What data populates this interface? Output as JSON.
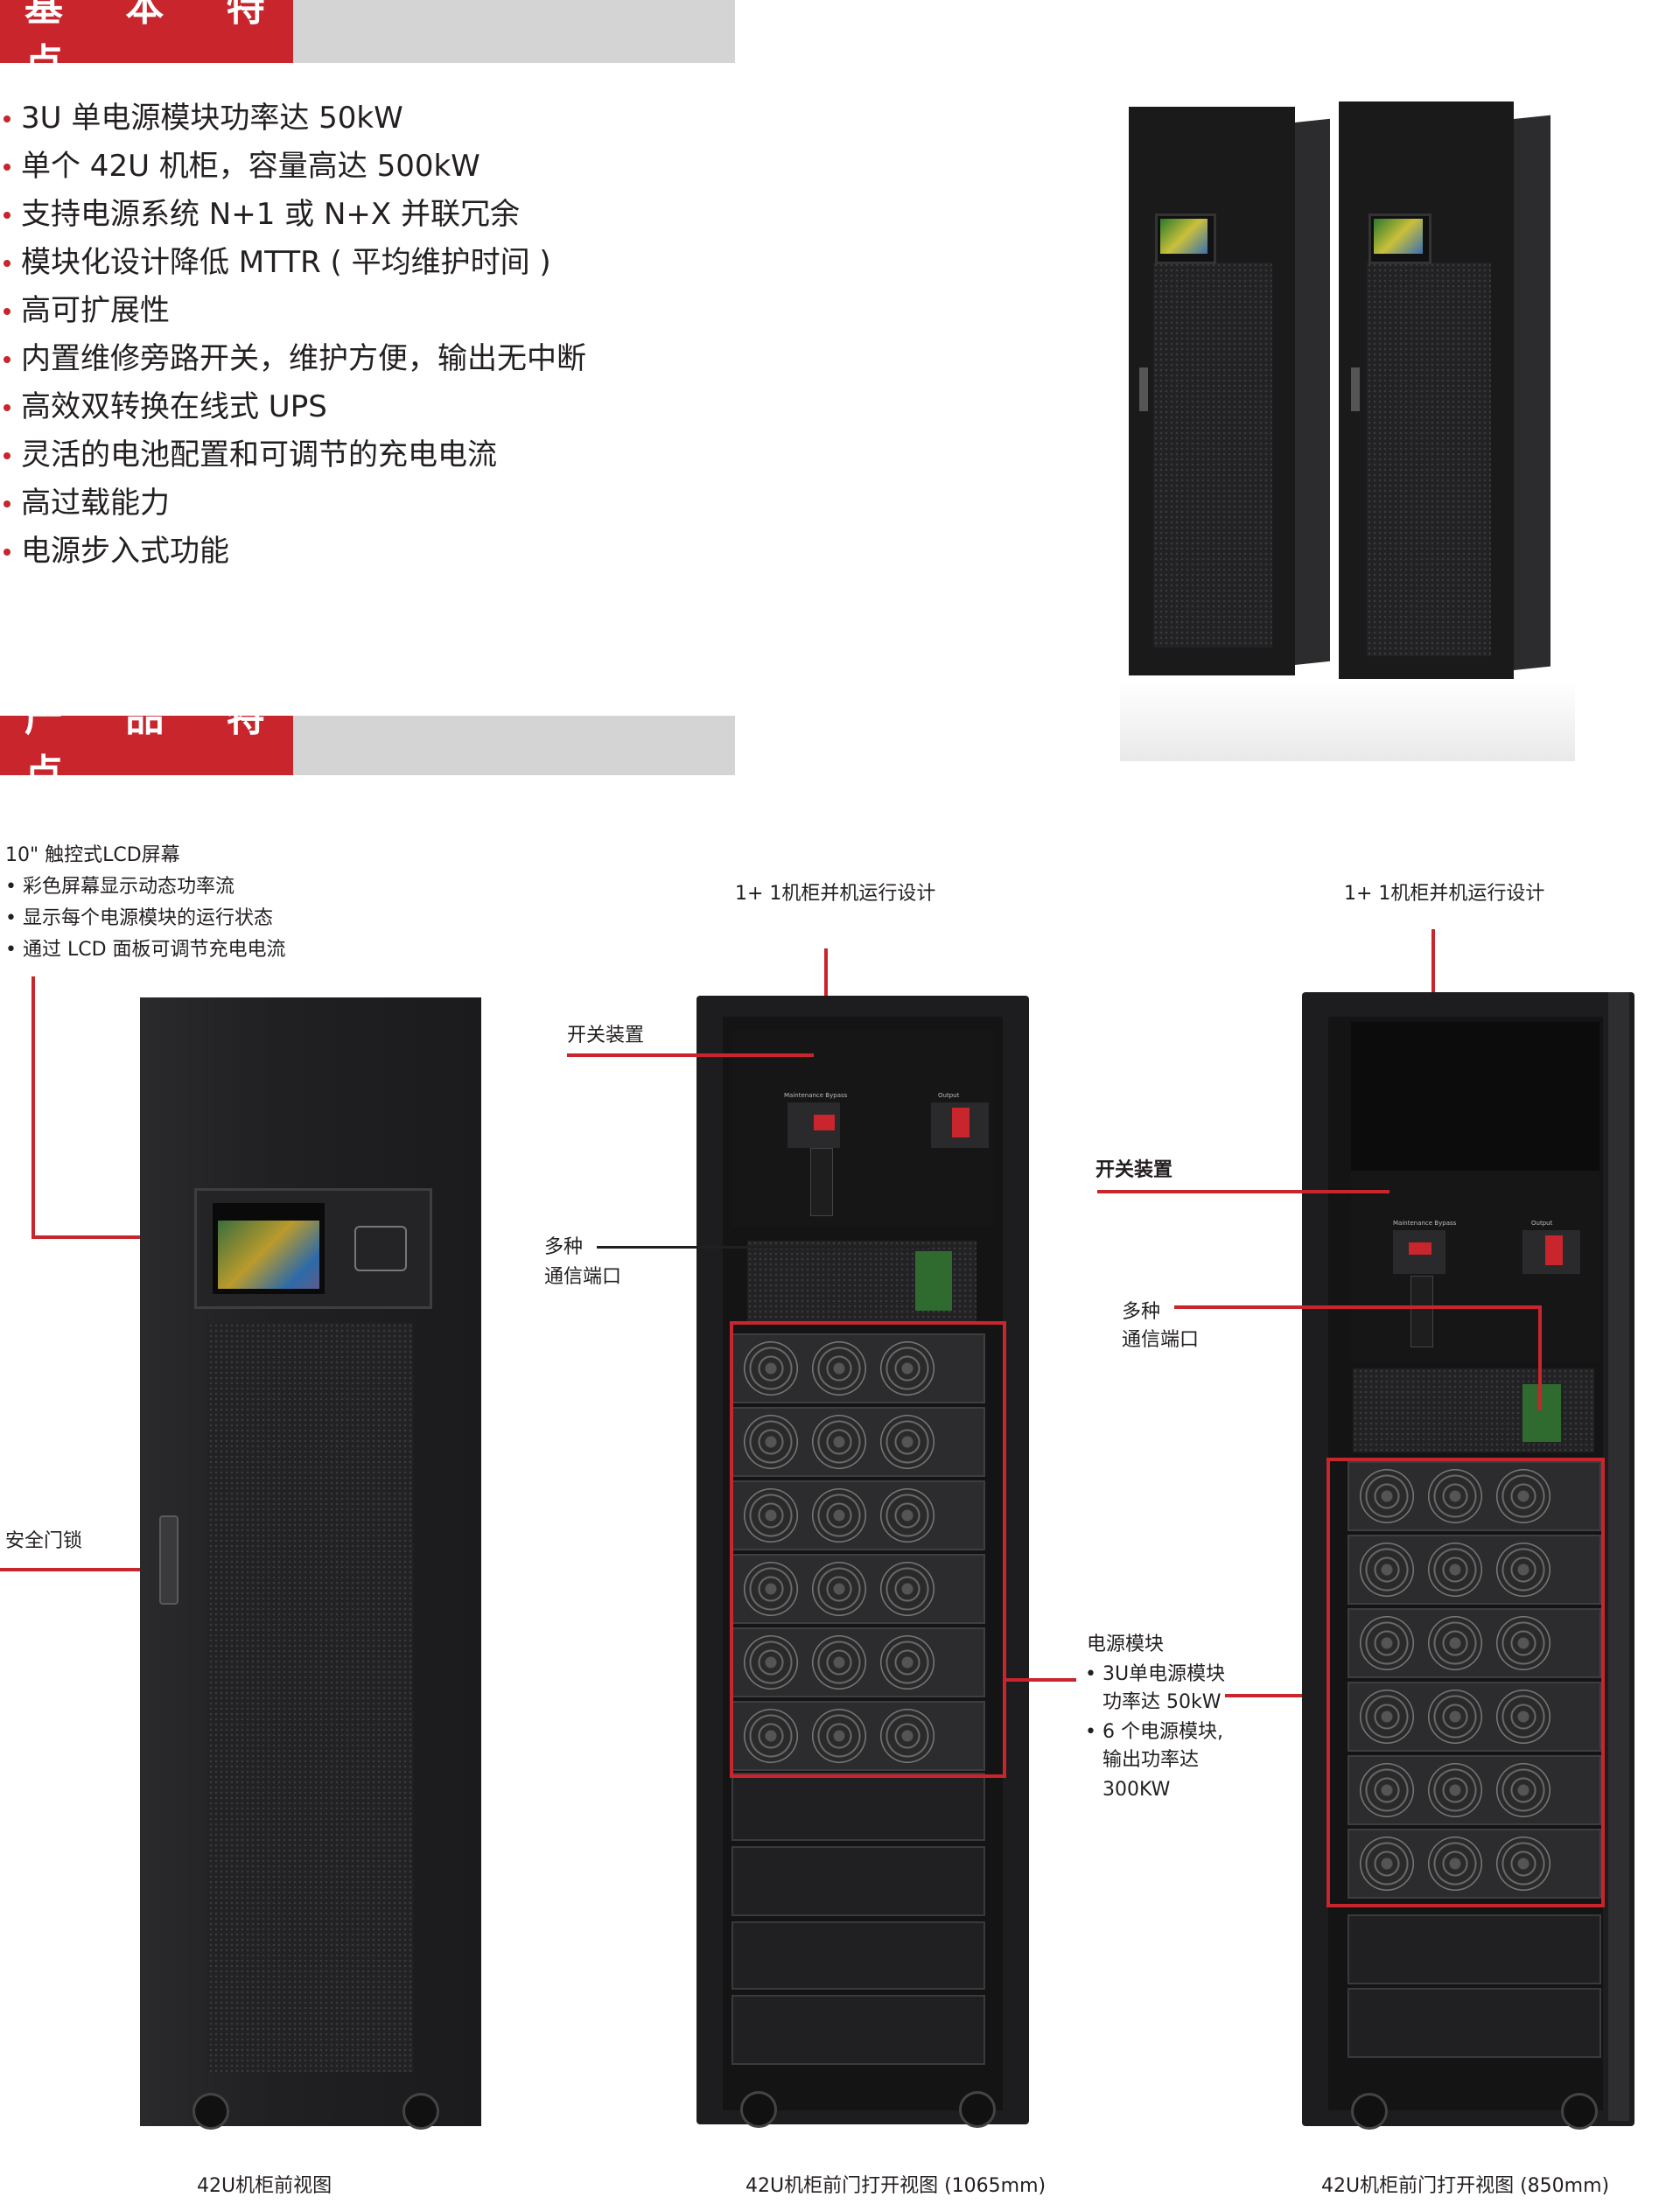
{
  "sections": {
    "basic_title": "基 本 特 点",
    "product_title": "产 品 特 点"
  },
  "basic_features": [
    "3U 单电源模块功率达 50kW",
    "单个 42U 机柜，容量高达 500kW",
    "支持电源系统 N+1 或 N+X 并联冗余",
    "模块化设计降低 MTTR ( 平均维护时间 )",
    "高可扩展性",
    "内置维修旁路开关，维护方便，输出无中断",
    "高效双转换在线式 UPS",
    "灵活的电池配置和可调节的充电电流",
    "高过载能力",
    "电源步入式功能"
  ],
  "lcd_callout": {
    "title": "10\" 触控式LCD屏幕",
    "items": [
      "彩色屏幕显示动态功率流",
      "显示每个电源模块的运行状态",
      "通过 LCD 面板可调节充电电流"
    ]
  },
  "door_lock": "安全门锁",
  "parallel_design_1": "1+ 1机柜并机运行设计",
  "parallel_design_2": "1+ 1机柜并机运行设计",
  "switch_1": "开关装置",
  "switch_2": "开关装置",
  "comm_1": [
    "多种",
    "通信端口"
  ],
  "comm_2": [
    "多种",
    "通信端口"
  ],
  "power_module": {
    "title": "电源模块",
    "item1": [
      "3U单电源模块",
      "功率达 50kW"
    ],
    "item2": [
      "6 个电源模块,",
      "输出功率达",
      "300KW"
    ]
  },
  "captions": {
    "front": "42U机柜前视图",
    "open_1065": "42U机柜前门打开视图 (1065mm)",
    "open_850": "42U机柜前门打开视图 (850mm)"
  },
  "panel": {
    "bypass_label": "Maintenance Bypass",
    "output_label": "Output"
  },
  "colors": {
    "accent": "#c8252c",
    "bar_gray": "#d4d4d5",
    "cabinet": "#1d1d1f"
  }
}
